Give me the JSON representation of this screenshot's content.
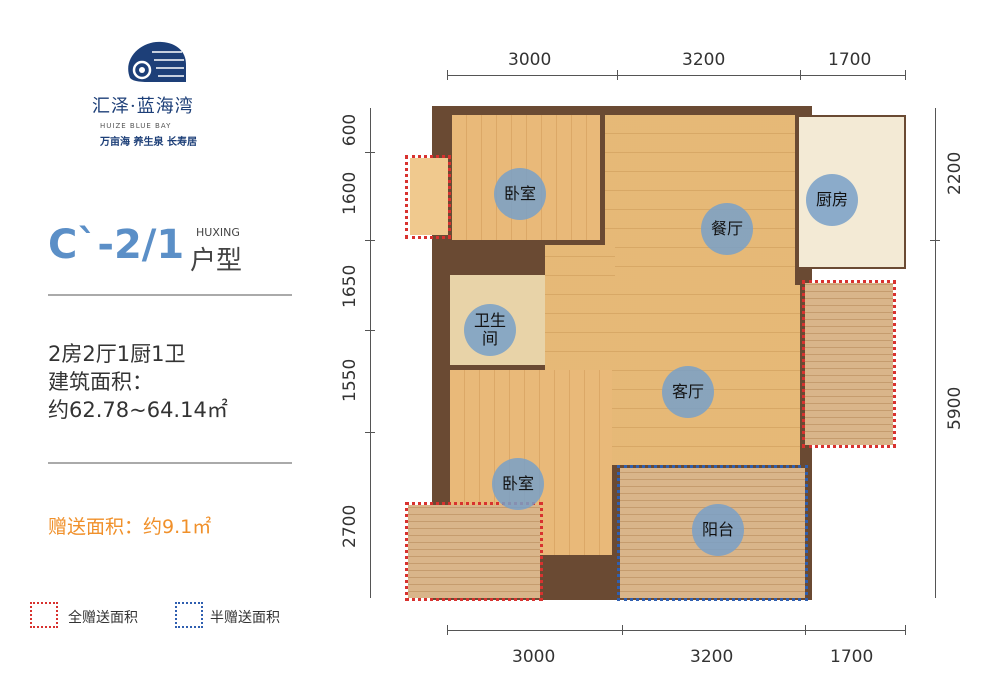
{
  "brand": {
    "name": "汇泽·蓝海湾",
    "english": "HUIZE BLUE BAY",
    "slogan": "万亩海 养生泉 长寿居",
    "logo_icon": "shell-wave-logo",
    "color": "#1d3f78"
  },
  "unit": {
    "code": "C`-2/1",
    "huxing": "HUXING",
    "type_cn": "户型",
    "code_color": "#5b8fc7"
  },
  "info": {
    "layout": "2房2厅1厨1卫",
    "area_label": "建筑面积：",
    "area_value": "约62.78~64.14㎡"
  },
  "gift": {
    "text": "赠送面积：约9.1㎡",
    "color": "#f0902a"
  },
  "legend": [
    {
      "label": "全赠送面积",
      "color": "#d8322f"
    },
    {
      "label": "半赠送面积",
      "color": "#2f5fb0"
    }
  ],
  "dimensions": {
    "top": [
      "3000",
      "3200",
      "1700"
    ],
    "bottom": [
      "3000",
      "3200",
      "1700"
    ],
    "left": [
      "600",
      "1600",
      "1650",
      "1550",
      "2700"
    ],
    "right": [
      "2200",
      "5900"
    ]
  },
  "rooms": {
    "bedroom1": "卧室",
    "dining": "餐厅",
    "kitchen": "厨房",
    "bathroom": "卫生间",
    "living": "客厅",
    "bedroom2": "卧室",
    "balcony": "阳台"
  }
}
